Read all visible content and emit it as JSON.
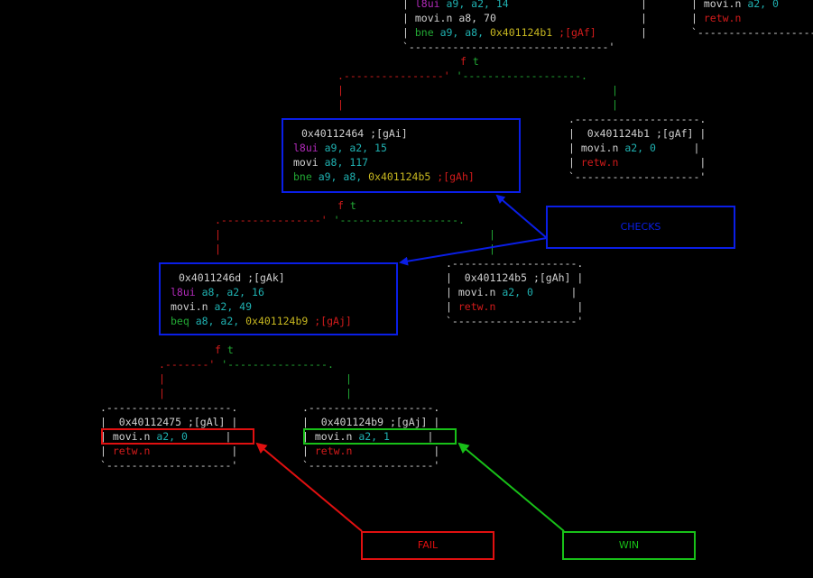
{
  "graph": {
    "top_block": {
      "l1_mnem": "l8ui",
      "l1_ops": " a9, a2, 14",
      "l2": "movi.n a8, 70",
      "l3_mnem": "bne",
      "l3_regs": " a9, a8, ",
      "l3_addr": "0x401124b1",
      "l3_ref": ";[gAf]"
    },
    "right_top_block": {
      "l1_a": "movi.n ",
      "l1_b": "a2, 0",
      "l2": "retw.n"
    },
    "block_gAi": {
      "header": "0x40112464 ;[gAi]",
      "l1_mnem": "l8ui",
      "l1_ops": " a9, a2, 15",
      "l2_a": "movi ",
      "l2_b": "a8, 117",
      "l3_mnem": "bne",
      "l3_regs": " a9, a8, ",
      "l3_addr": "0x401124b5",
      "l3_ref": ";[gAh]"
    },
    "block_gAf": {
      "header": "0x401124b1 ;[gAf]",
      "l1_a": "movi.n ",
      "l1_b": "a2, 0",
      "l2": "retw.n"
    },
    "block_gAk": {
      "header": "0x4011246d ;[gAk]",
      "l1_mnem": "l8ui",
      "l1_ops": " a8, a2, 16",
      "l2_a": "movi.n ",
      "l2_b": "a2, 49",
      "l3_mnem": "beq",
      "l3_regs": " a8, a2, ",
      "l3_addr": "0x401124b9",
      "l3_ref": ";[gAj]"
    },
    "block_gAh": {
      "header": "0x401124b5 ;[gAh]",
      "l1_a": "movi.n ",
      "l1_b": "a2, 0",
      "l2": "retw.n"
    },
    "block_gAl": {
      "header": "0x40112475 ;[gAl]",
      "l1_a": "movi.n ",
      "l1_b": "a2, 0",
      "l2": "retw.n"
    },
    "block_gAj": {
      "header": "0x401124b9 ;[gAj]",
      "l1_a": "movi.n ",
      "l1_b": "a2, 1",
      "l2": "retw.n"
    },
    "edge_f": "f",
    "edge_t": "t"
  },
  "annotations": {
    "checks": "CHECKS",
    "fail": "FAIL",
    "win": "WIN"
  },
  "colors": {
    "checks": "#0a1ee6",
    "fail": "#e01010",
    "win": "#18c018"
  }
}
